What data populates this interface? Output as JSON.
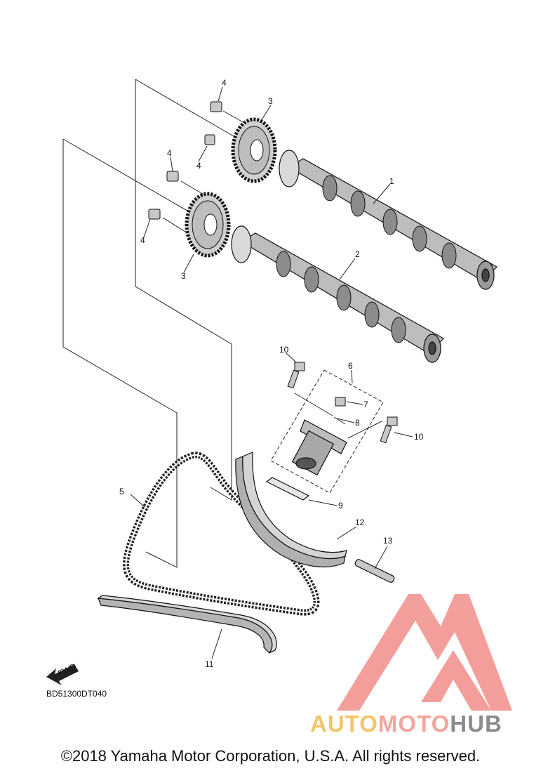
{
  "callouts": {
    "c1": "1",
    "c2": "2",
    "c3a": "3",
    "c3b": "3",
    "c4a": "4",
    "c4b": "4",
    "c4c": "4",
    "c4d": "4",
    "c5": "5",
    "c6": "6",
    "c7": "7",
    "c8": "8",
    "c9": "9",
    "c10a": "10",
    "c10b": "10",
    "c11": "11",
    "c12": "12",
    "c13": "13"
  },
  "fwd_label": "FWD",
  "diagram_code": "BD51300DT040",
  "watermark": {
    "part1": "AUTO",
    "part2": "MOTO",
    "part3": "HUB",
    "color1": "#f5c46a",
    "color2": "#f3a69e",
    "color3": "#8c8c8c",
    "logo_color": "#f18e8a"
  },
  "copyright": "©2018 Yamaha Motor Corporation, U.S.A. All rights reserved."
}
